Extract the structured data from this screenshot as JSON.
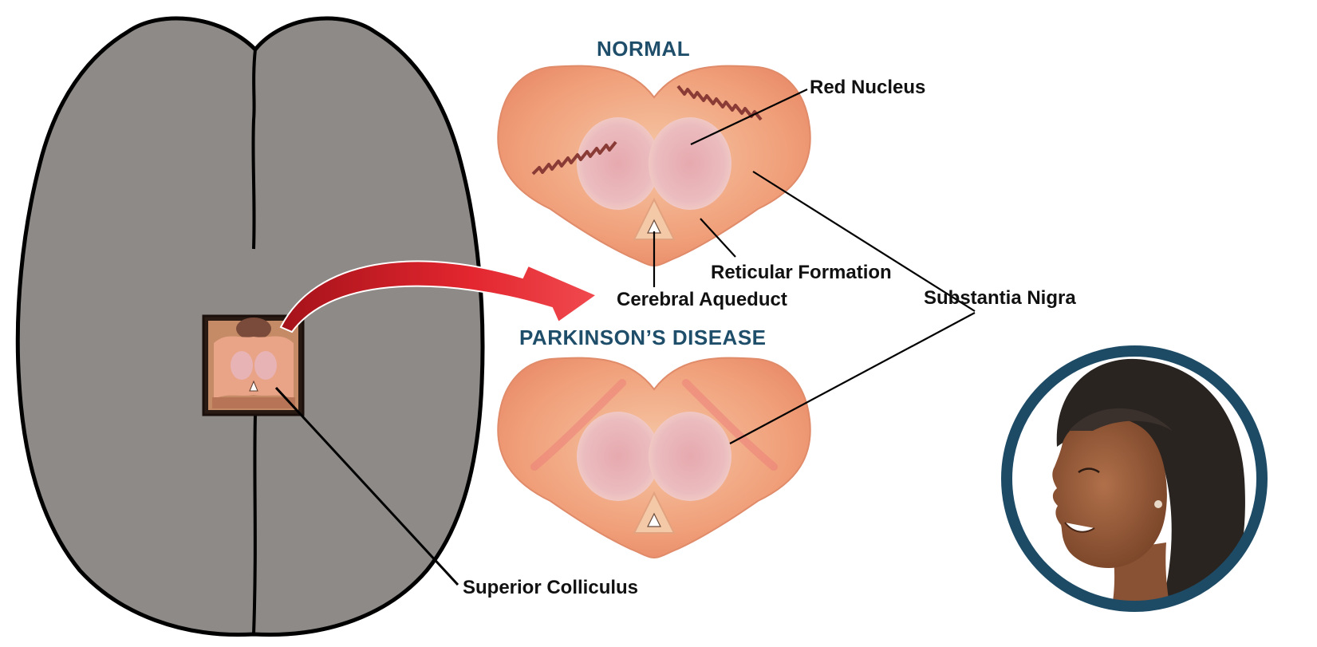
{
  "headings": {
    "normal": "NORMAL",
    "parkinsons": "PARKINSON’S DISEASE"
  },
  "labels": {
    "red_nucleus": "Red Nucleus",
    "reticular_formation": "Reticular Formation",
    "cerebral_aqueduct": "Cerebral Aqueduct",
    "substantia_nigra": "Substantia Nigra",
    "superior_colliculus": "Superior Colliculus"
  },
  "colors": {
    "heading": "#1f4e6a",
    "brain_fill": "#8e8a87",
    "tissue": "#f0a07a",
    "nucleus": "#e9b3b6",
    "substantia_nigra_band": "#8a3b35",
    "arrow": "#d8202a",
    "portrait_ring": "#1d4b66"
  }
}
